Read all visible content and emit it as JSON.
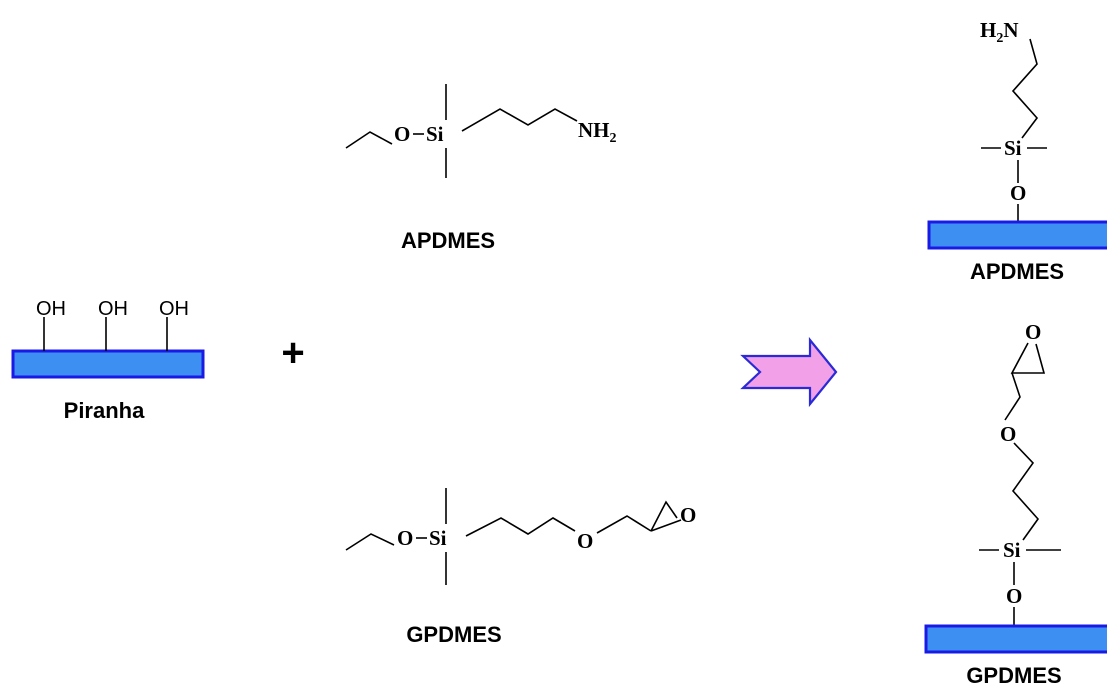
{
  "labels": {
    "piranha": "Piranha",
    "plus": "+",
    "apdmes_reagent": "APDMES",
    "gpdmes_reagent": "GPDMES",
    "apdmes_product": "APDMES",
    "gpdmes_product": "GPDMES"
  },
  "atoms": {
    "oh": "OH",
    "o": "O",
    "si": "Si",
    "n": "N",
    "nh": "NH",
    "h": "H",
    "sub2": "2"
  },
  "colors": {
    "substrate_fill": "#3d8ff2",
    "substrate_border": "#1a1ae6",
    "arrow_fill": "#f2a0e8",
    "arrow_border": "#2a2ad6"
  },
  "icons": {
    "reaction_arrow": "right-arrow-icon"
  }
}
